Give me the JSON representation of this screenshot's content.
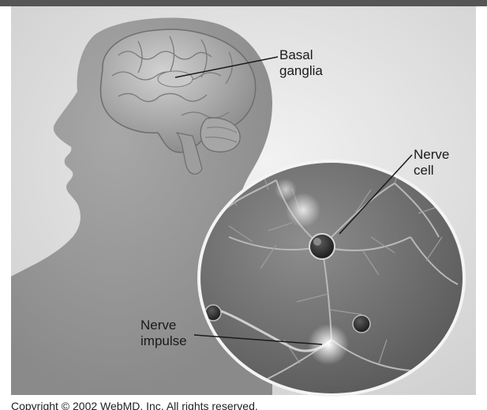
{
  "labels": {
    "basal_ganglia_line1": "Basal",
    "basal_ganglia_line2": "ganglia",
    "nerve_cell_line1": "Nerve",
    "nerve_cell_line2": "cell",
    "nerve_impulse_line1": "Nerve",
    "nerve_impulse_line2": "impulse"
  },
  "copyright": "Copyright © 2002 WebMD, Inc. All rights reserved.",
  "colors": {
    "background": "#e9e9e9",
    "silhouette": "#9a9a9a",
    "brain": "#b8b8b8",
    "inset_bg": "#6b6b6b",
    "leader_line": "#1a1a1a"
  }
}
